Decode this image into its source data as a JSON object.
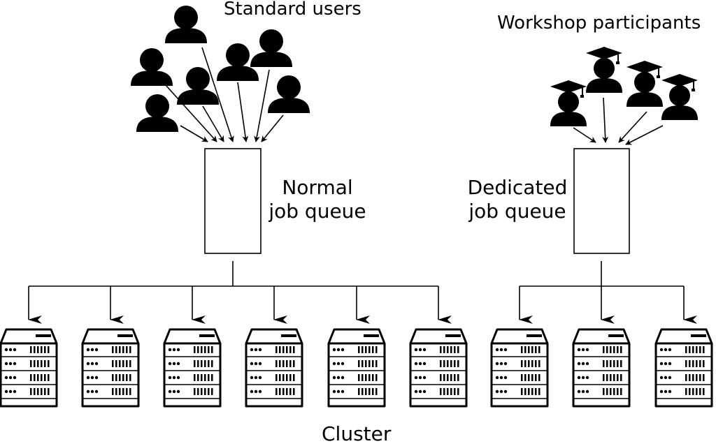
{
  "labels": {
    "standard_users": "Standard users",
    "workshop_participants": "Workshop participants",
    "normal_queue_line1": "Normal",
    "normal_queue_line2": "job queue",
    "dedicated_queue_line1": "Dedicated",
    "dedicated_queue_line2": "job queue",
    "cluster": "Cluster"
  },
  "icons": {
    "standard_user": "person-icon",
    "workshop_participant": "graduate-icon",
    "queue": "queue-box",
    "server": "server-rack-icon"
  },
  "colors": {
    "foreground": "#000000",
    "background": "#ffffff"
  }
}
